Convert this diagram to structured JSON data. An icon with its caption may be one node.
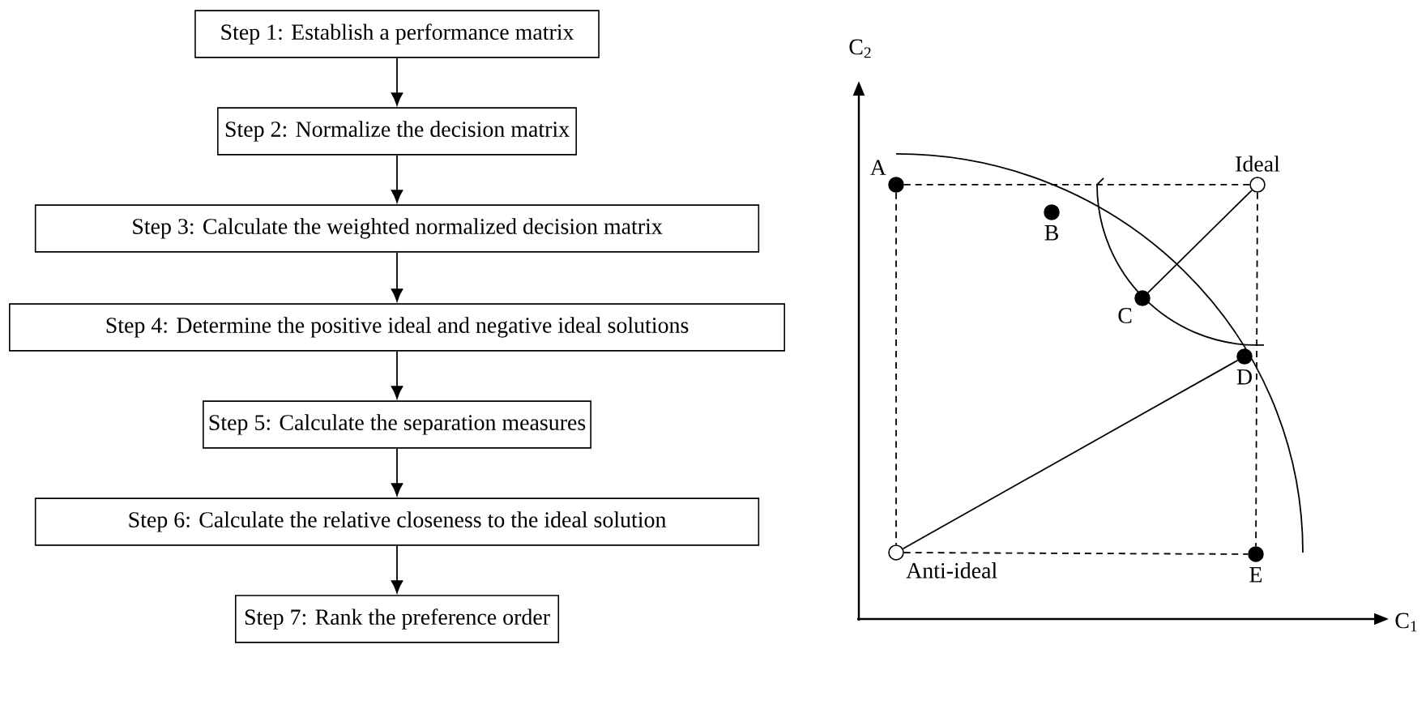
{
  "diagram": {
    "nodes": [
      {
        "text": [
          "Step 1: Establish a performance matrix"
        ]
      },
      {
        "text": [
          "Step 2: Normalize the decision matrix"
        ]
      },
      {
        "text": [
          "Step 3: Calculate the weighted normalized decision matrix"
        ]
      },
      {
        "text": [
          "Step 4: Determine the positive ideal and negative ideal solutions"
        ]
      },
      {
        "text": [
          "Step 5: Calculate the separation measures"
        ]
      },
      {
        "text": [
          "Step 6: Calculate the relative closeness to the ideal solution"
        ]
      },
      {
        "text": [
          "Step 7: Rank the preference order"
        ]
      },
      {
        "text": [
          "A"
        ]
      },
      {
        "text": [
          "B"
        ]
      },
      {
        "text": [
          "Ideal"
        ]
      },
      {
        "text": [
          "C"
        ]
      },
      {
        "text": [
          "D"
        ]
      },
      {
        "text": [
          "Anti-ideal"
        ]
      },
      {
        "text": [
          "E"
        ]
      }
    ],
    "edges": [
      {
        "from": 0,
        "to": 1,
        "arrow": "to"
      },
      {
        "from": 1,
        "to": 2,
        "arrow": "to"
      },
      {
        "from": 2,
        "to": 3,
        "arrow": "to"
      },
      {
        "from": 3,
        "to": 4,
        "arrow": "to"
      },
      {
        "from": 4,
        "to": 5,
        "arrow": "to"
      },
      {
        "from": 5,
        "to": 6,
        "arrow": "to"
      },
      {
        "from": 7,
        "to": 9,
        "arrow": "none",
        "style": "dashed"
      },
      {
        "from": 7,
        "to": 12,
        "arrow": "none",
        "style": "dashed"
      },
      {
        "from": 9,
        "to": 10,
        "arrow": "none"
      },
      {
        "from": 9,
        "to": 13,
        "arrow": "none",
        "style": "dashed"
      },
      {
        "from": 12,
        "to": 11,
        "arrow": "none"
      },
      {
        "from": 12,
        "to": 13,
        "arrow": "none",
        "style": "dashed"
      }
    ],
    "labels": [
      "C$_{2}$",
      "C$_{1}$"
    ]
  }
}
